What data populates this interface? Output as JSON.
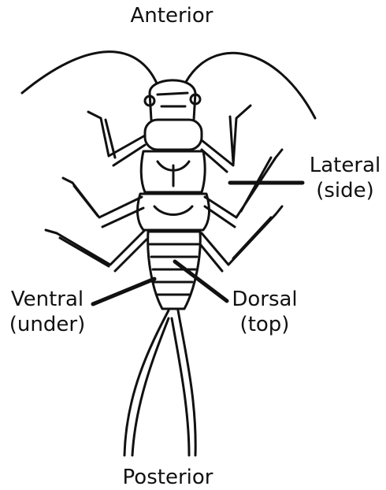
{
  "diagram": {
    "labels": {
      "anterior": "Anterior",
      "posterior": "Posterior",
      "lateral": {
        "line1": "Lateral",
        "line2": "(side)"
      },
      "ventral": {
        "line1": "Ventral",
        "line2": "(under)"
      },
      "dorsal": {
        "line1": "Dorsal",
        "line2": "(top)"
      }
    },
    "colors": {
      "ink": "#111111",
      "background": "#ffffff"
    }
  }
}
